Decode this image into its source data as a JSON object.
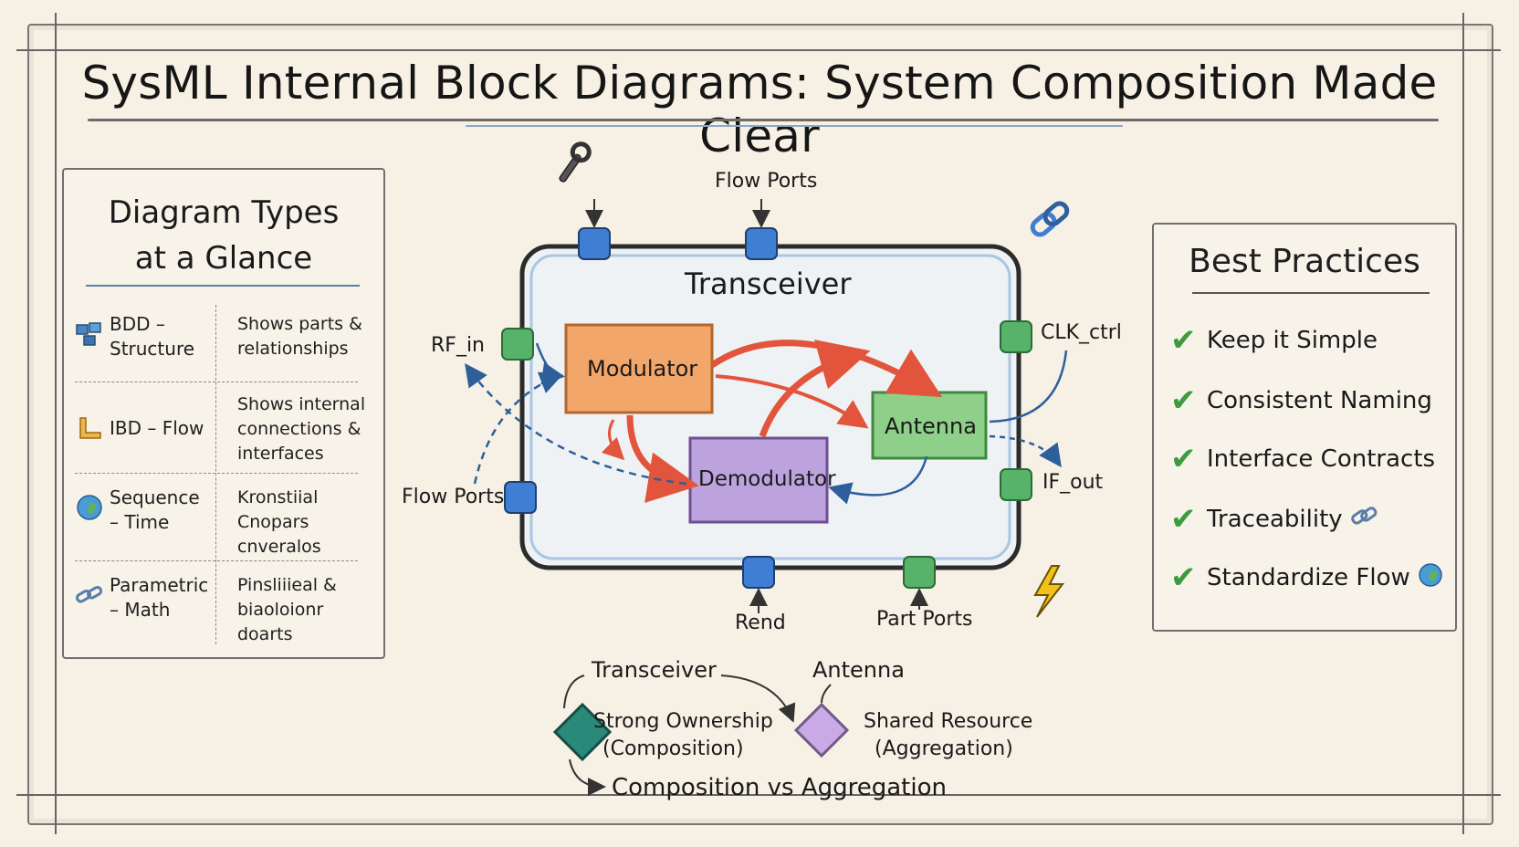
{
  "title": "SysML Internal Block Diagrams: System Composition Made Clear",
  "left_panel": {
    "title_line1": "Diagram Types",
    "title_line2": "at a Glance",
    "rows": [
      {
        "icon": "bdd-blocks-icon",
        "name_line1": "BDD –",
        "name_line2": "Structure",
        "desc_line1": "Shows parts &",
        "desc_line2": "relationships",
        "desc_line3": ""
      },
      {
        "icon": "ibd-ruler-icon",
        "name_line1": "IBD – Flow",
        "name_line2": "",
        "desc_line1": "Shows internal",
        "desc_line2": "connections &",
        "desc_line3": "interfaces"
      },
      {
        "icon": "globe-icon",
        "name_line1": "Sequence",
        "name_line2": "– Time",
        "desc_line1": "Kronstiial",
        "desc_line2": "Cnopars cnveralos",
        "desc_line3": ""
      },
      {
        "icon": "chain-link-icon",
        "name_line1": "Parametric",
        "name_line2": "– Math",
        "desc_line1": "Pinsliiieal &",
        "desc_line2": "biaoloionr doarts",
        "desc_line3": ""
      }
    ]
  },
  "diagram": {
    "block_name": "Transceiver",
    "parts": {
      "modulator": "Modulator",
      "demodulator": "Demodulator",
      "antenna": "Antenna"
    },
    "port_labels": {
      "flow_ports_top": "Flow Ports",
      "flow_ports_left": "Flow Ports",
      "rf_in": "RF_in",
      "clk_ctrl": "CLK_ctrl",
      "if_out": "IF_out",
      "rend": "Rend",
      "part_ports": "Part Ports"
    },
    "icons": [
      "wrench-icon",
      "chain-link-icon",
      "lightning-icon"
    ]
  },
  "legend": {
    "left_top": "Transceiver",
    "right_top": "Antenna",
    "composition_line1": "Strong Ownership",
    "composition_line2": "(Composition)",
    "aggregation_line1": "Shared Resource",
    "aggregation_line2": "(Aggregation)",
    "caption": "Composition vs Aggregation",
    "colors": {
      "composition": "#2a8a7a",
      "aggregation": "#c9a9e6"
    }
  },
  "best_practices": {
    "title": "Best Practices",
    "items": [
      {
        "label": "Keep it Simple",
        "icon": ""
      },
      {
        "label": "Consistent Naming",
        "icon": ""
      },
      {
        "label": "Interface Contracts",
        "icon": ""
      },
      {
        "label": "Traceability",
        "icon": "chain-link-icon"
      },
      {
        "label": "Standardize Flow",
        "icon": "globe-icon"
      }
    ]
  },
  "colors": {
    "modulator": "#f3a66a",
    "demodulator": "#bda3de",
    "antenna": "#8ed08a",
    "port_blue": "#3f7fd3",
    "port_green": "#58b36a",
    "arrow_red": "#e2543b",
    "check_green": "#3e9a3e"
  }
}
